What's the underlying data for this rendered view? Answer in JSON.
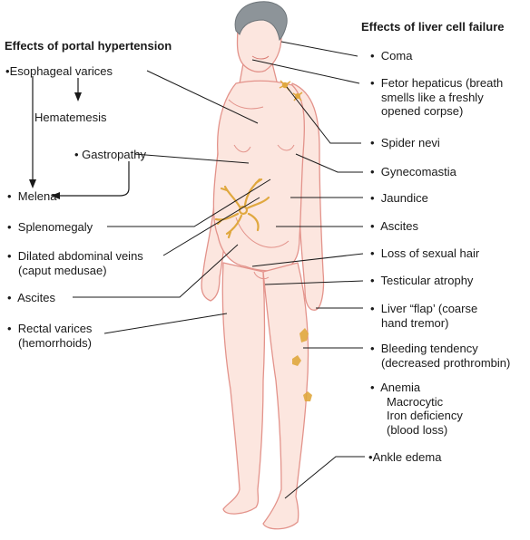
{
  "left_heading": "Effects of portal hypertension",
  "right_heading": "Effects of liver cell failure",
  "left_labels": {
    "esophageal_varices": "Esophageal varices",
    "hematemesis": "Hematemesis",
    "gastropathy": "Gastropathy",
    "melena": "Melena",
    "splenomegaly": "Splenomegaly",
    "abdominal_veins": [
      "Dilated abdominal veins",
      "(caput medusae)"
    ],
    "ascites": "Ascites",
    "rectal_varices": [
      "Rectal varices",
      "(hemorrhoids)"
    ]
  },
  "right_labels": {
    "coma": "Coma",
    "fetor": [
      "Fetor hepaticus (breath",
      "smells like a freshly",
      "opened corpse)"
    ],
    "spider_nevi": "Spider nevi",
    "gynecomastia": "Gynecomastia",
    "jaundice": "Jaundice",
    "ascites": "Ascites",
    "loss_hair": "Loss of sexual hair",
    "testicular": "Testicular atrophy",
    "liver_flap": [
      "Liver “flap’ (coarse",
      "hand tremor)"
    ],
    "bleeding": [
      "Bleeding tendency",
      "(decreased prothrombin)"
    ],
    "anemia": [
      "Anemia",
      "Macrocytic",
      "Iron deficiency",
      "(blood loss)"
    ],
    "ankle": "Ankle edema"
  },
  "colors": {
    "skin": "#fce6df",
    "outline": "#e3938b",
    "hair": "#8d9499",
    "lesion": "#e0a83f",
    "line": "#1a1a1a"
  }
}
